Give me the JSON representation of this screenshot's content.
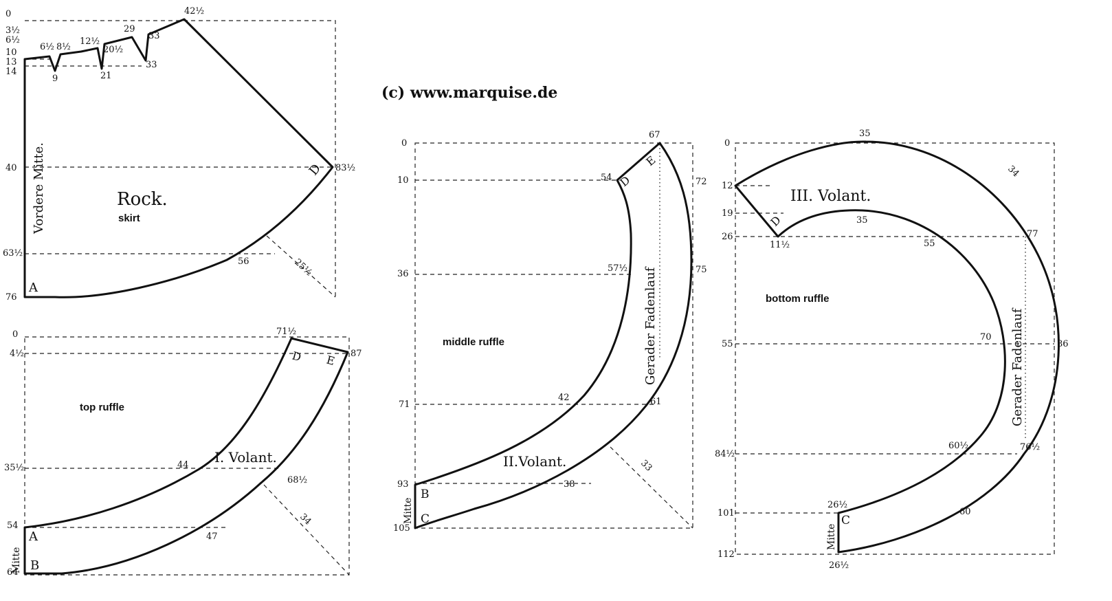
{
  "copyright": "(c) www.marquise.de",
  "skirt": {
    "title": "Rock.",
    "english": "skirt",
    "side_label": "Vordere Mitte.",
    "point_a": "A",
    "point_d": "D",
    "left_marks": [
      "0",
      "3½",
      "6½",
      "10",
      "13",
      "14",
      "40",
      "63½",
      "76"
    ],
    "top_marks": [
      "6½",
      "8½",
      "12½",
      "20½",
      "29",
      "33",
      "42½"
    ],
    "dart_marks": [
      "9",
      "21",
      "33"
    ],
    "right_mark": "83½",
    "hem_mark": "56",
    "diag_mark": "25½"
  },
  "top_ruffle": {
    "title": "I. Volant.",
    "english": "top ruffle",
    "side_label": "Mitte",
    "point_a": "A",
    "point_b": "B",
    "point_d": "D",
    "point_e": "E",
    "left_marks": [
      "0",
      "4½",
      "35½",
      "54",
      "64"
    ],
    "top_mark": "71½",
    "right_mark": "87",
    "inner_mark": "44",
    "outer_mark": "68½",
    "bottom_mark": "47",
    "diag_mark": "34"
  },
  "middle_ruffle": {
    "title": "II.Volant.",
    "english": "middle ruffle",
    "grain_label": "Gerader Fadenlauf",
    "side_label": "Mitte",
    "point_b": "B",
    "point_c": "C",
    "point_d": "D",
    "point_e": "E",
    "left_marks": [
      "0",
      "10",
      "36",
      "71",
      "93",
      "105"
    ],
    "top_mark": "67",
    "marks": [
      "54",
      "72",
      "57½",
      "75",
      "42",
      "61",
      "38"
    ],
    "diag_mark": "33"
  },
  "bottom_ruffle": {
    "title": "III. Volant.",
    "english": "bottom ruffle",
    "grain_label": "Gerader Fadenlauf",
    "side_label": "Mitte",
    "point_c": "C",
    "point_d": "D",
    "left_marks": [
      "0",
      "12",
      "19",
      "26",
      "55",
      "84½",
      "101",
      "112"
    ],
    "marks": [
      "35",
      "35",
      "11½",
      "55",
      "77",
      "70",
      "86",
      "60½",
      "76½",
      "26½",
      "60",
      "26½"
    ],
    "diag_mark": "34"
  }
}
